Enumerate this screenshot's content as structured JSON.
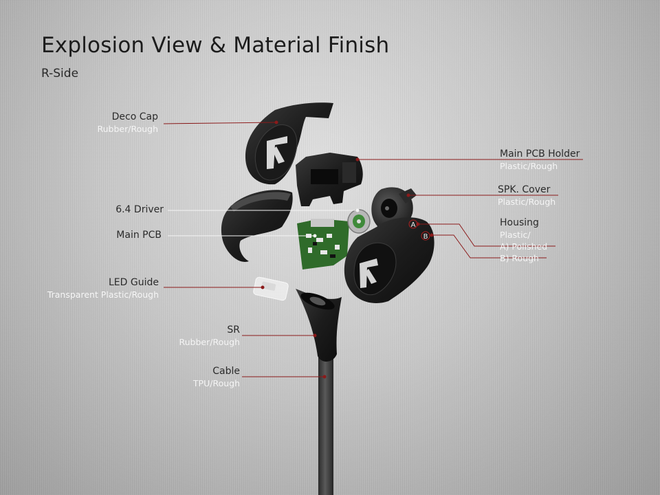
{
  "header": {
    "title": "Explosion View & Material Finish",
    "subtitle": "R-Side"
  },
  "labels": {
    "deco_cap": {
      "name": "Deco Cap",
      "material": "Rubber/Rough"
    },
    "main_pcb_holder": {
      "name": "Main PCB Holder",
      "material": "Plastic/Rough"
    },
    "spk_cover": {
      "name": "SPK. Cover",
      "material": "Plastic/Rough"
    },
    "driver": {
      "name": "6.4 Driver"
    },
    "main_pcb": {
      "name": "Main PCB"
    },
    "housing": {
      "name": "Housing",
      "material": "Plastic/",
      "finish_a": "A)   Polished",
      "finish_b": "B)   Rough",
      "marker_a": "A",
      "marker_b": "B"
    },
    "led_guide": {
      "name": "LED Guide",
      "material": "Transparent Plastic/Rough"
    },
    "sr": {
      "name": "SR",
      "material": "Rubber/Rough"
    },
    "cable": {
      "name": "Cable",
      "material": "TPU/Rough"
    }
  },
  "colors": {
    "leader_line": "#8b1a1a",
    "driver_line": "#f2f2f2",
    "part_body": "#1b1b1b",
    "pcb_green": "#2f6b2a"
  }
}
